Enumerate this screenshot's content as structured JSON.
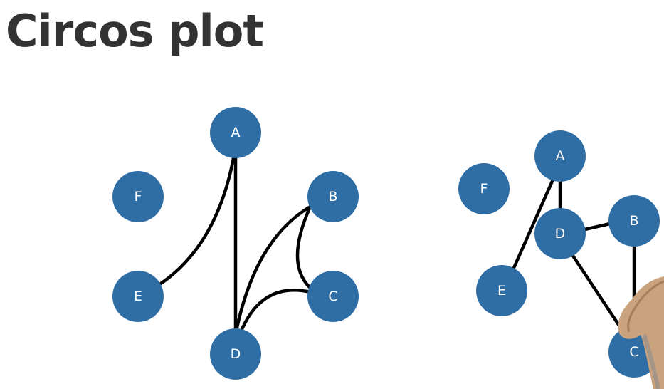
{
  "slide": {
    "title": "Circos plot"
  },
  "circos_graph": {
    "nodes": [
      {
        "id": "A",
        "label": "A"
      },
      {
        "id": "B",
        "label": "B"
      },
      {
        "id": "C",
        "label": "C"
      },
      {
        "id": "D",
        "label": "D"
      },
      {
        "id": "E",
        "label": "E"
      },
      {
        "id": "F",
        "label": "F"
      }
    ],
    "edges": [
      [
        "A",
        "E"
      ],
      [
        "A",
        "D"
      ],
      [
        "B",
        "D"
      ],
      [
        "B",
        "C"
      ],
      [
        "C",
        "D"
      ]
    ]
  },
  "network_graph": {
    "nodes": [
      {
        "id": "A",
        "label": "A"
      },
      {
        "id": "B",
        "label": "B"
      },
      {
        "id": "C",
        "label": "C"
      },
      {
        "id": "D",
        "label": "D"
      },
      {
        "id": "E",
        "label": "E"
      },
      {
        "id": "F",
        "label": "F"
      }
    ],
    "edges": [
      [
        "A",
        "D"
      ],
      [
        "A",
        "E"
      ],
      [
        "D",
        "B"
      ],
      [
        "D",
        "C"
      ],
      [
        "B",
        "C"
      ]
    ]
  },
  "colors": {
    "node_fill": "#2f6da5",
    "node_text": "#ffffff",
    "edge": "#000000",
    "title": "#333333"
  }
}
